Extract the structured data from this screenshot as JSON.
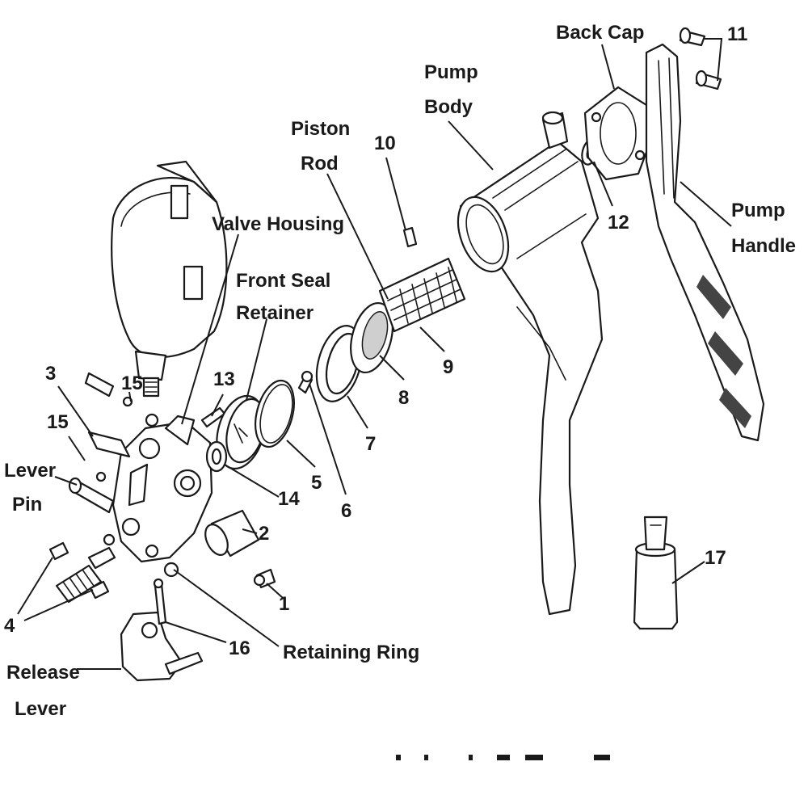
{
  "labels": {
    "back_cap": "Back Cap",
    "n11": "11",
    "pump_body_1": "Pump",
    "pump_body_2": "Body",
    "piston_rod_1": "Piston",
    "piston_rod_2": "Rod",
    "n10": "10",
    "valve_housing": "Valve Housing",
    "front_seal_1": "Front Seal",
    "front_seal_2": "Retainer",
    "n12": "12",
    "pump_handle_1": "Pump",
    "pump_handle_2": "Handle",
    "n9": "9",
    "n3": "3",
    "n15a": "15",
    "n13": "13",
    "n8": "8",
    "n15b": "15",
    "n7": "7",
    "lever_pin_1": "Lever",
    "lever_pin_2": "Pin",
    "n5": "5",
    "n14": "14",
    "n6": "6",
    "n2": "2",
    "n17": "17",
    "n1": "1",
    "n4": "4",
    "n16": "16",
    "retaining_ring": "Retaining Ring",
    "release_lever_1": "Release",
    "release_lever_2": "Lever"
  }
}
